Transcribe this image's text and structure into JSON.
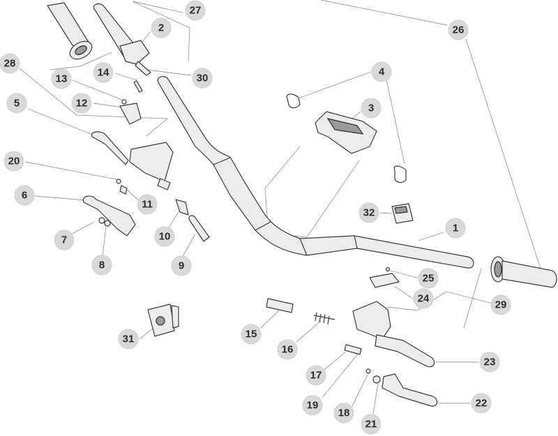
{
  "diagram": {
    "callouts": [
      {
        "label": "1",
        "part": "handlebar"
      },
      {
        "label": "2",
        "part": "throttle-housing"
      },
      {
        "label": "3",
        "part": "handlebar-clamp"
      },
      {
        "label": "4",
        "part": "clamp-clip"
      },
      {
        "label": "5",
        "part": "left-lever-assembly"
      },
      {
        "label": "6",
        "part": "left-lever"
      },
      {
        "label": "7",
        "part": "pivot-bolt"
      },
      {
        "label": "8",
        "part": "bushing"
      },
      {
        "label": "9",
        "part": "adjuster-sleeve"
      },
      {
        "label": "10",
        "part": "adjuster-screw"
      },
      {
        "label": "11",
        "part": "pin"
      },
      {
        "label": "12",
        "part": "reservoir-cap-left"
      },
      {
        "label": "13",
        "part": "cap-screw-left"
      },
      {
        "label": "14",
        "part": "small-screw"
      },
      {
        "label": "15",
        "part": "sleeve-right"
      },
      {
        "label": "16",
        "part": "spring-right"
      },
      {
        "label": "17",
        "part": "bolt-right"
      },
      {
        "label": "18",
        "part": "washer-right"
      },
      {
        "label": "19",
        "part": "nut-right"
      },
      {
        "label": "20",
        "part": "small-screw-left"
      },
      {
        "label": "21",
        "part": "lever-pivot-right"
      },
      {
        "label": "22",
        "part": "right-lever"
      },
      {
        "label": "23",
        "part": "right-lever-assembly"
      },
      {
        "label": "24",
        "part": "reservoir-cap-right"
      },
      {
        "label": "25",
        "part": "cap-screw-right"
      },
      {
        "label": "26",
        "part": "grip-set"
      },
      {
        "label": "27",
        "part": "throttle-grip"
      },
      {
        "label": "28",
        "part": "left-control-set"
      },
      {
        "label": "29",
        "part": "right-control-set"
      },
      {
        "label": "30",
        "part": "throttle-tube"
      },
      {
        "label": "31",
        "part": "switch-housing"
      },
      {
        "label": "32",
        "part": "small-clamp"
      }
    ]
  }
}
